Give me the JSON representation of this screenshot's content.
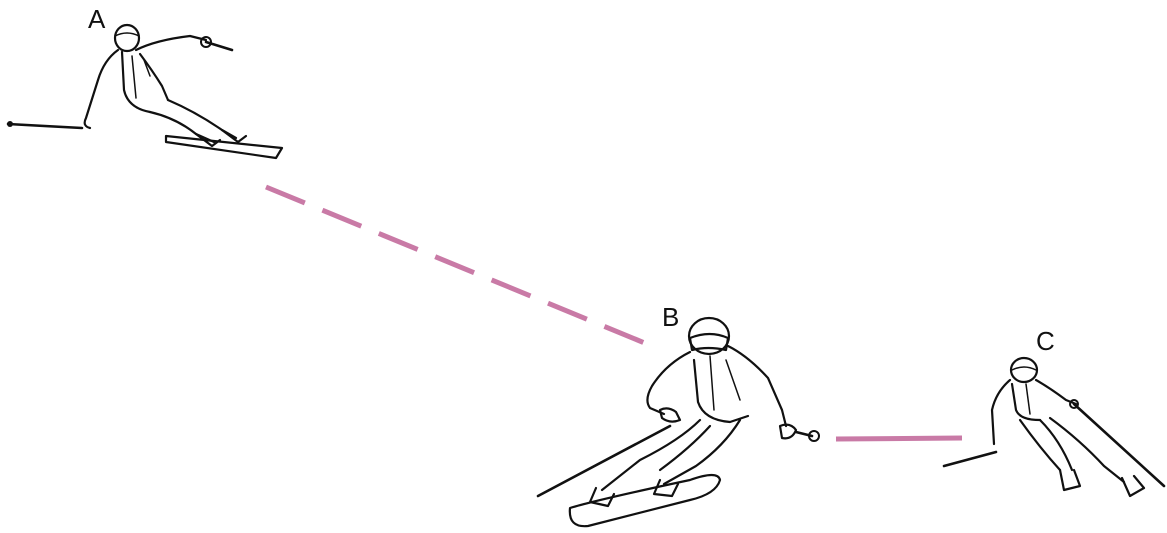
{
  "labels": {
    "a": "A",
    "b": "B",
    "c": "C"
  },
  "colors": {
    "connector": "#c97aa6",
    "ink": "#111111",
    "background": "#ffffff"
  },
  "connectors": [
    {
      "from": "A",
      "to": "B",
      "style": "dashed"
    },
    {
      "from": "B",
      "to": "C",
      "style": "solid"
    }
  ],
  "figures": [
    "skier-icon",
    "skier-icon",
    "skier-icon"
  ]
}
